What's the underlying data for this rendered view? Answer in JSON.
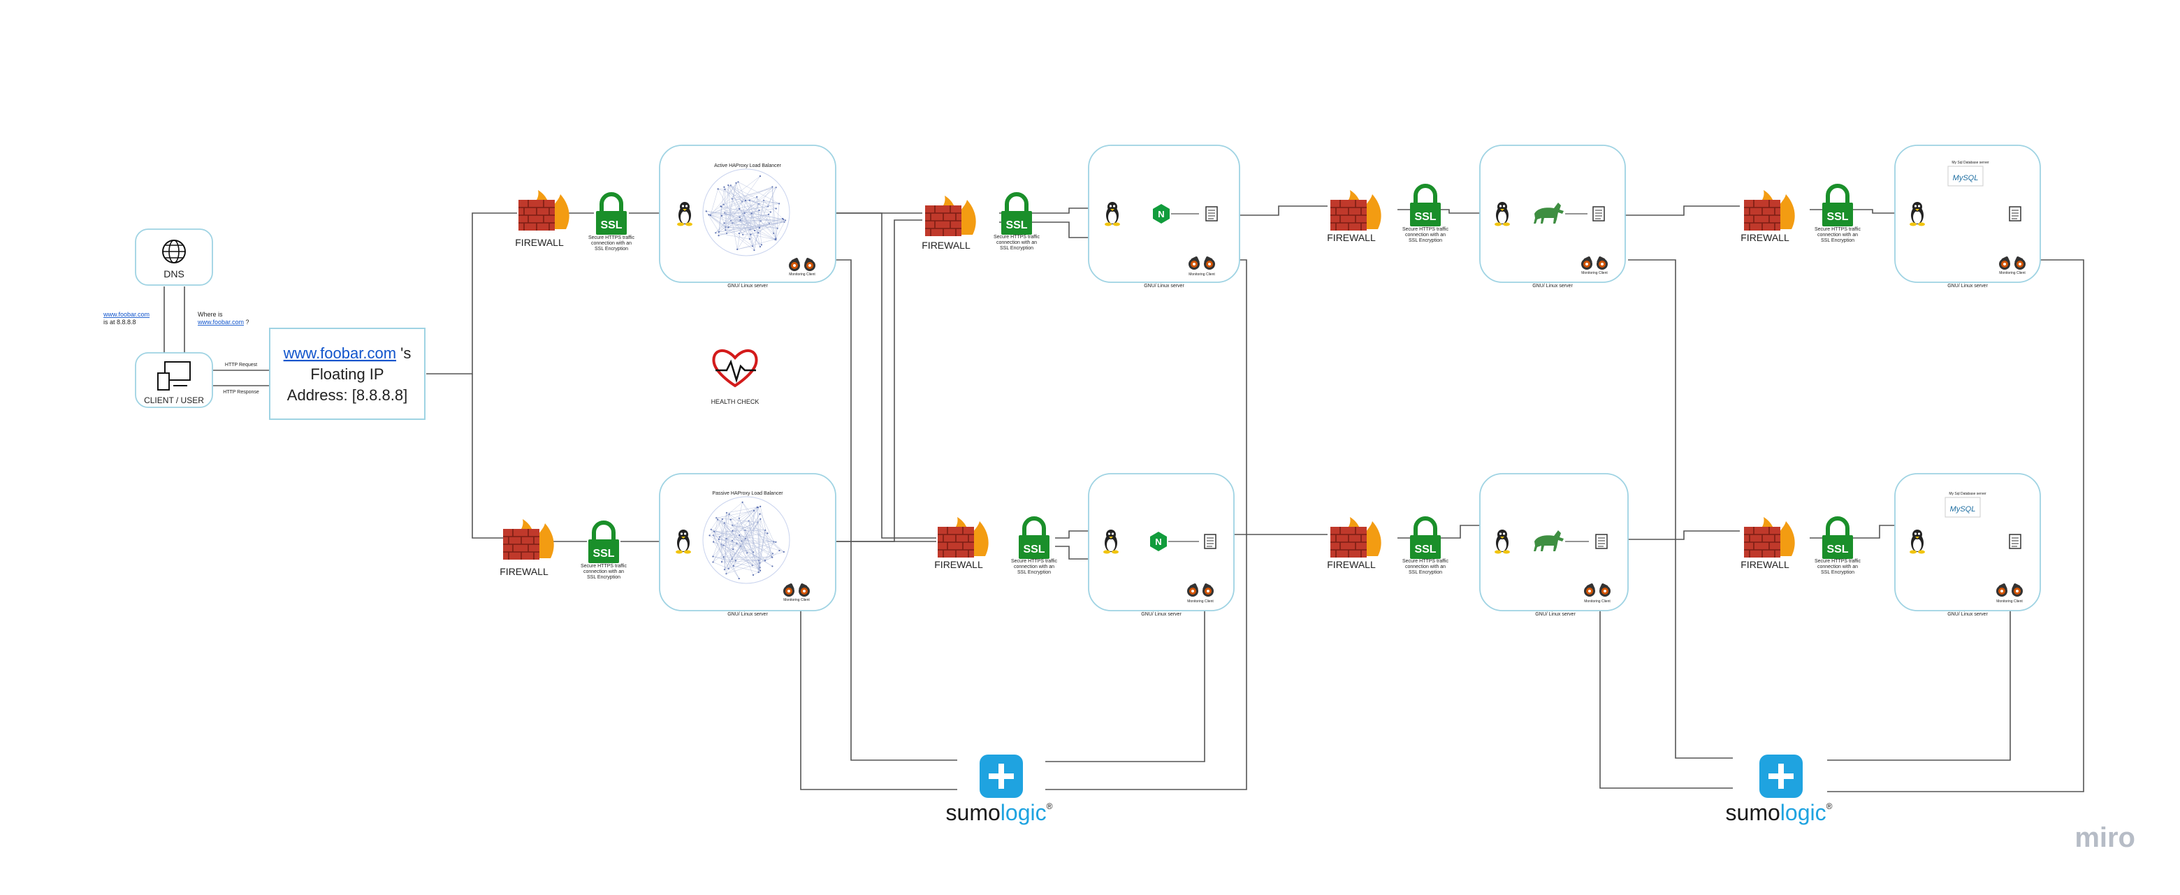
{
  "dns": {
    "label": "DNS",
    "icon": "globe-icon"
  },
  "client": {
    "label": "CLIENT / USER",
    "icon": "devices-icon"
  },
  "dns_answer": {
    "domain": "www.foobar.com",
    "text": "is at 8.8.8.8"
  },
  "dns_query": {
    "text": "Where is",
    "domain": "www.foobar.com",
    "suffix": "?"
  },
  "http": {
    "request": "HTTP Request",
    "response": "HTTP Response"
  },
  "floating_ip": {
    "domain": "www.foobar.com",
    "suffix": "'s",
    "line2": "Floating IP",
    "line3": "Address: [8.8.8.8]"
  },
  "firewall_label": "FIREWALL",
  "ssl_label": "SSL",
  "ssl_caption": [
    "Secure HTTPS traffic",
    "connection with an",
    "SSL Encryption"
  ],
  "load_balancers": {
    "active": "Active HAProxy Load Balancer",
    "passive": "Passive HAProxy Load Balancer"
  },
  "server_caption": "GNU/ Linux server",
  "monitoring_caption": "Monitoring Client",
  "nginx_letter": "N",
  "mysql_logo": "MySQL",
  "mysql_caption": "My Sql Database server",
  "health_check": "HEALTH CHECK",
  "sumologic": {
    "sumo": "sumo",
    "logic": "logic",
    "mark": "®"
  },
  "watermark": "miro",
  "colors": {
    "firewall": "#c0392b",
    "flame": "#f39c12",
    "ssl": "#1a8f2a",
    "box_border": "#9fd3e3",
    "sumo_blue": "#1fa3e0",
    "link": "#1155cc",
    "heart": "#d31b1b"
  }
}
